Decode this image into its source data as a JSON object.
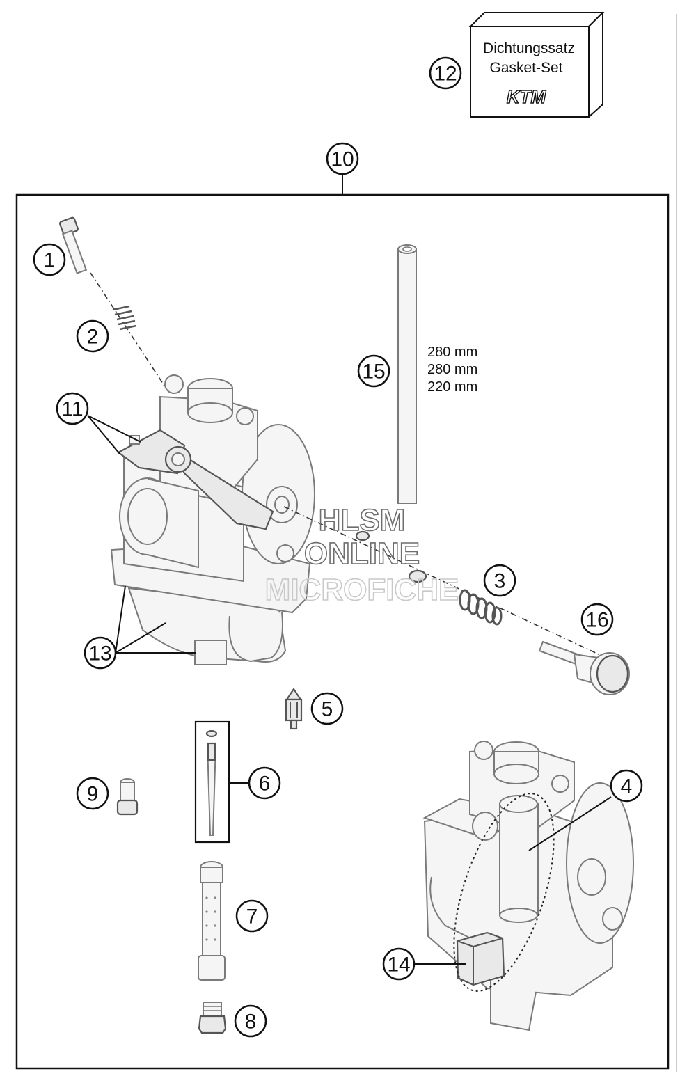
{
  "gasket_set": {
    "label_de": "Dichtungssatz",
    "label_en": "Gasket-Set",
    "brand": "KTM"
  },
  "length_labels": [
    "280 mm",
    "280 mm",
    "220 mm"
  ],
  "callouts": {
    "c1": "1",
    "c2": "2",
    "c3": "3",
    "c4": "4",
    "c5": "5",
    "c6": "6",
    "c7": "7",
    "c8": "8",
    "c9": "9",
    "c10": "10",
    "c11": "11",
    "c12": "12",
    "c13": "13",
    "c14": "14",
    "c15": "15",
    "c16": "16"
  },
  "watermark": {
    "line1": "HLSM",
    "line2": "ONLINE",
    "line3": "MICROFICHE"
  }
}
